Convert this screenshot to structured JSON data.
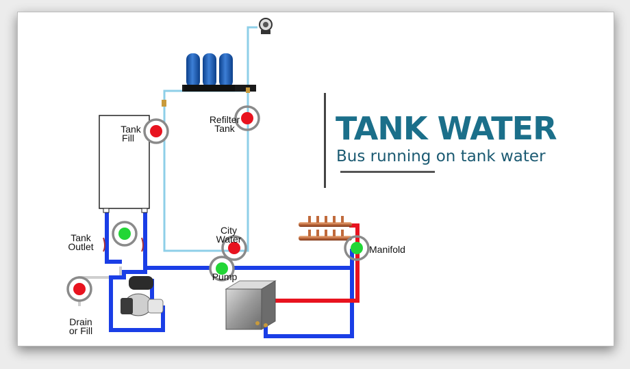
{
  "title": {
    "main": "TANK WATER",
    "subtitle": "Bus running on tank water"
  },
  "colors": {
    "accent": "#1b6f8a",
    "cold_pipe": "#1a3ee6",
    "hot_pipe": "#e8131f",
    "fill_line": "#8ecfe8",
    "drain_line": "#cccccc",
    "valve_closed": "#e8131f",
    "valve_open": "#22d636"
  },
  "valves": {
    "tank_fill": {
      "line1": "Tank",
      "line2": "Fill",
      "state": "closed"
    },
    "refilter_tank": {
      "line1": "Refilter",
      "line2": "Tank",
      "state": "closed"
    },
    "tank_outlet": {
      "line1": "Tank",
      "line2": "Outlet",
      "state": "open"
    },
    "city_water": {
      "line1": "City",
      "line2": "Water",
      "state": "closed"
    },
    "pump": {
      "label": "Pump",
      "state": "open"
    },
    "drain_fill": {
      "line1": "Drain",
      "line2": "or Fill",
      "state": "closed"
    },
    "manifold": {
      "label": "Manifold",
      "state": "open"
    }
  },
  "icons": {
    "filters": "water-filter-icon",
    "hose_connector": "hose-connector-icon",
    "pump": "water-pump-icon",
    "water_heater": "water-heater-icon",
    "manifold": "pex-manifold-icon"
  }
}
